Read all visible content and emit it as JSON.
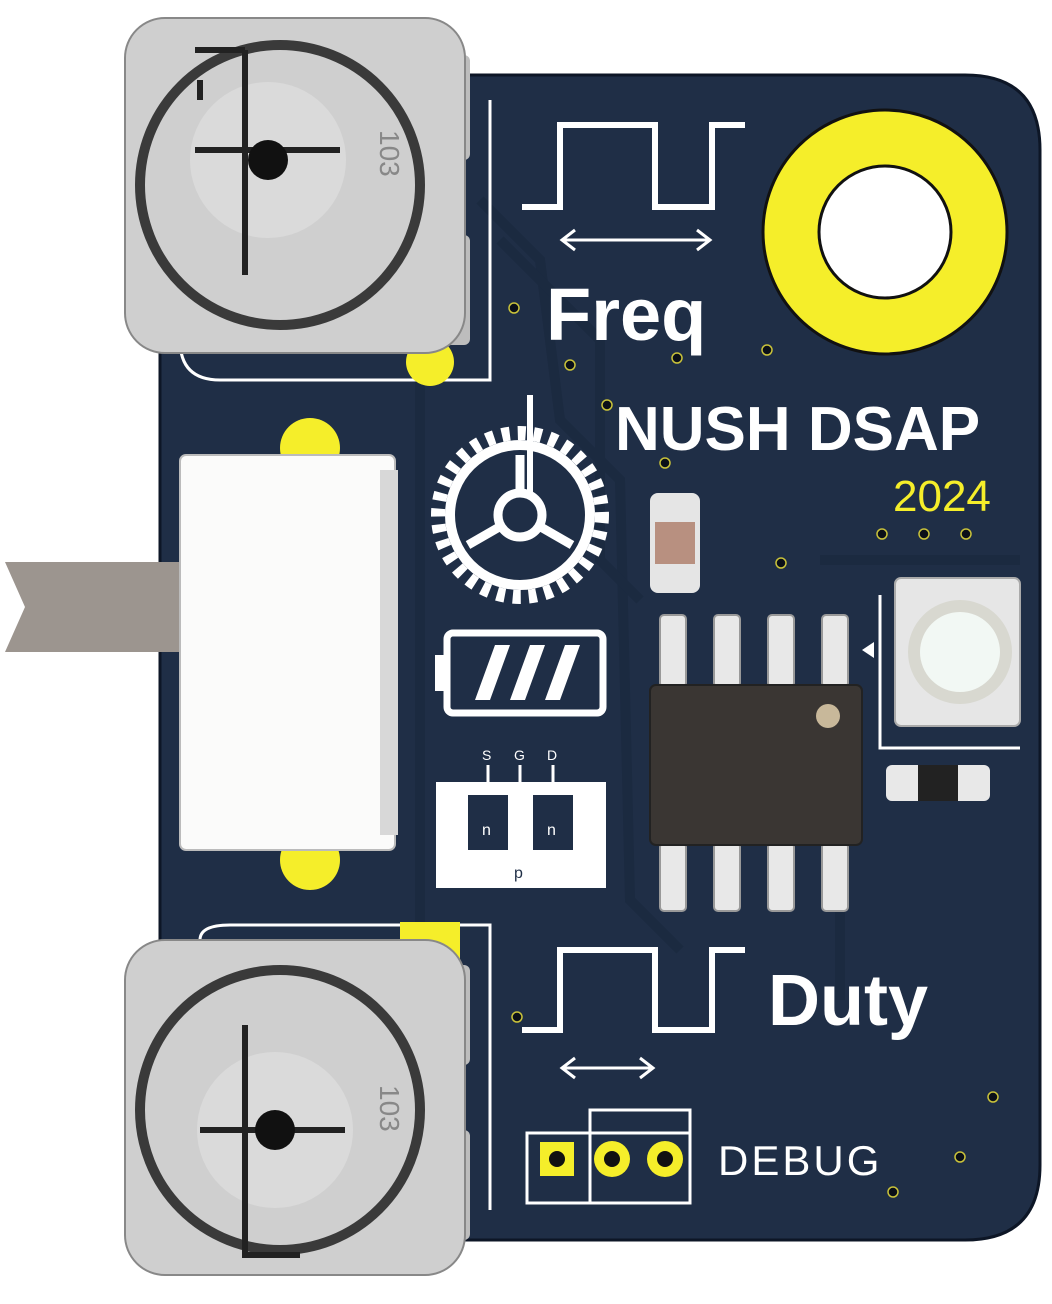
{
  "board": {
    "title": "NUSH DSAP",
    "year": "2024",
    "freq_label": "Freq",
    "duty_label": "Duty",
    "debug_label": "DEBUG",
    "pot_marking": "103",
    "mosfet_pins": [
      "S",
      "G",
      "D"
    ],
    "mosfet_regions": [
      "n",
      "n",
      "p"
    ],
    "colors": {
      "board": "#1f2e46",
      "silkscreen": "#ffffff",
      "pad": "#f5ee2a",
      "component_gray": "#cfcfcf"
    }
  }
}
